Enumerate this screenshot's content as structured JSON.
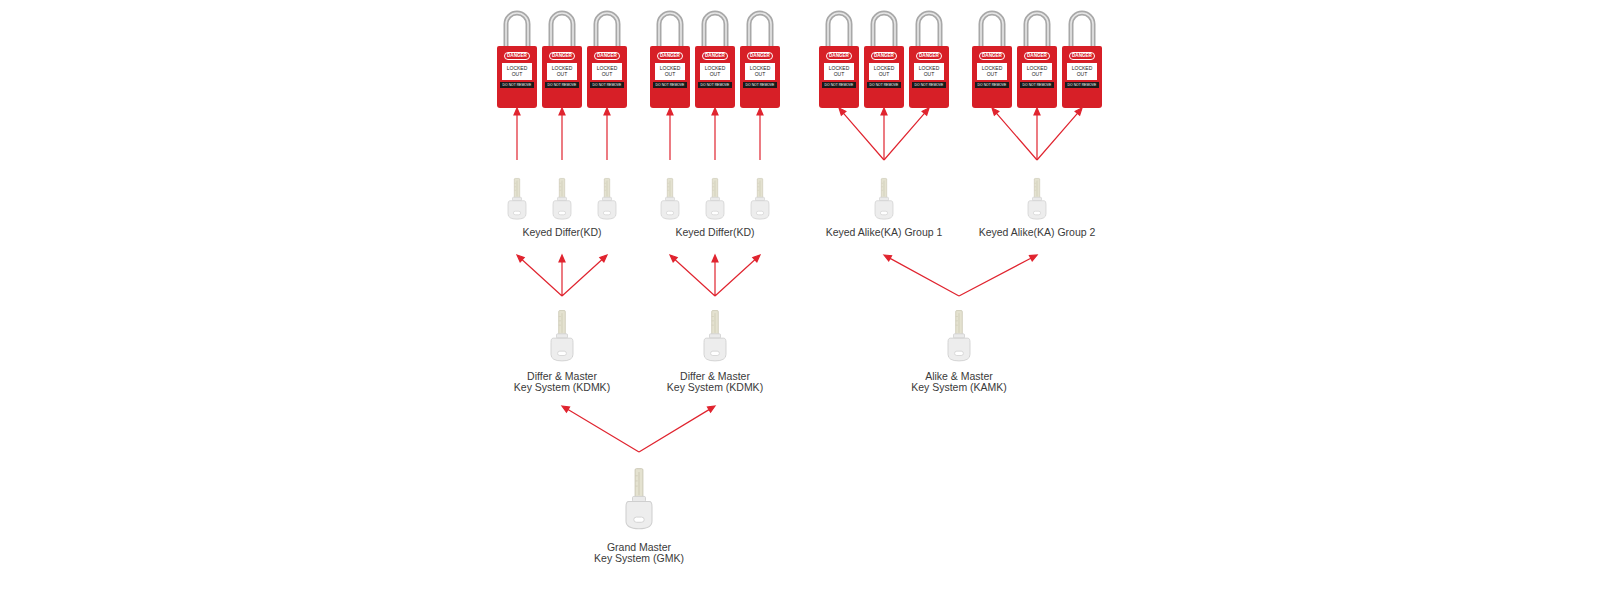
{
  "diagram": {
    "nodes": [
      {
        "text": [
          "DANGER",
          "LOCKED OUT",
          "DO NOT REMOVE"
        ]
      },
      {
        "text": [
          "DANGER",
          "LOCKED OUT",
          "DO NOT REMOVE"
        ]
      },
      {
        "text": [
          "DANGER",
          "LOCKED OUT",
          "DO NOT REMOVE"
        ]
      },
      {
        "text": [
          "DANGER",
          "LOCKED OUT",
          "DO NOT REMOVE"
        ]
      },
      {
        "text": [
          "DANGER",
          "LOCKED OUT",
          "DO NOT REMOVE"
        ]
      },
      {
        "text": [
          "DANGER",
          "LOCKED OUT",
          "DO NOT REMOVE"
        ]
      },
      {
        "text": [
          "DANGER",
          "LOCKED OUT",
          "DO NOT REMOVE"
        ]
      },
      {
        "text": [
          "DANGER",
          "LOCKED OUT",
          "DO NOT REMOVE"
        ]
      },
      {
        "text": [
          "DANGER",
          "LOCKED OUT",
          "DO NOT REMOVE"
        ]
      },
      {
        "text": [
          "DANGER",
          "LOCKED OUT",
          "DO NOT REMOVE"
        ]
      },
      {
        "text": [
          "DANGER",
          "LOCKED OUT",
          "DO NOT REMOVE"
        ]
      },
      {
        "text": [
          "DANGER",
          "LOCKED OUT",
          "DO NOT REMOVE"
        ]
      },
      {
        "text": [
          "Keyed Differ(KD)"
        ]
      },
      {
        "text": [
          "Keyed Differ(KD)"
        ]
      },
      {
        "text": [
          "Keyed Alike(KA) Group 1"
        ]
      },
      {
        "text": [
          "Keyed Alike(KA) Group 2"
        ]
      },
      {
        "text": [
          "Differ & Master Key System (KDMK)"
        ]
      },
      {
        "text": [
          "Differ & Master Key System (KDMK)"
        ]
      },
      {
        "text": [
          "Alike & Master Key System (KAMK)"
        ]
      },
      {
        "text": [
          "Grand Master Key System (GMK)"
        ]
      }
    ],
    "edges": [
      {
        "from": 12,
        "to": 0,
        "arrow": "to"
      },
      {
        "from": 12,
        "to": 1,
        "arrow": "to"
      },
      {
        "from": 12,
        "to": 2,
        "arrow": "to"
      },
      {
        "from": 13,
        "to": 3,
        "arrow": "to"
      },
      {
        "from": 13,
        "to": 4,
        "arrow": "to"
      },
      {
        "from": 13,
        "to": 5,
        "arrow": "to"
      },
      {
        "from": 14,
        "to": 6,
        "arrow": "to"
      },
      {
        "from": 14,
        "to": 7,
        "arrow": "to"
      },
      {
        "from": 14,
        "to": 8,
        "arrow": "to"
      },
      {
        "from": 15,
        "to": 9,
        "arrow": "to"
      },
      {
        "from": 15,
        "to": 10,
        "arrow": "to"
      },
      {
        "from": 15,
        "to": 11,
        "arrow": "to"
      },
      {
        "from": 16,
        "to": 12,
        "arrow": "to"
      },
      {
        "from": 17,
        "to": 13,
        "arrow": "to"
      },
      {
        "from": 18,
        "to": 14,
        "arrow": "to"
      },
      {
        "from": 18,
        "to": 15,
        "arrow": "to"
      },
      {
        "from": 19,
        "to": 16,
        "arrow": "to"
      },
      {
        "from": 19,
        "to": 17,
        "arrow": "to"
      }
    ]
  }
}
